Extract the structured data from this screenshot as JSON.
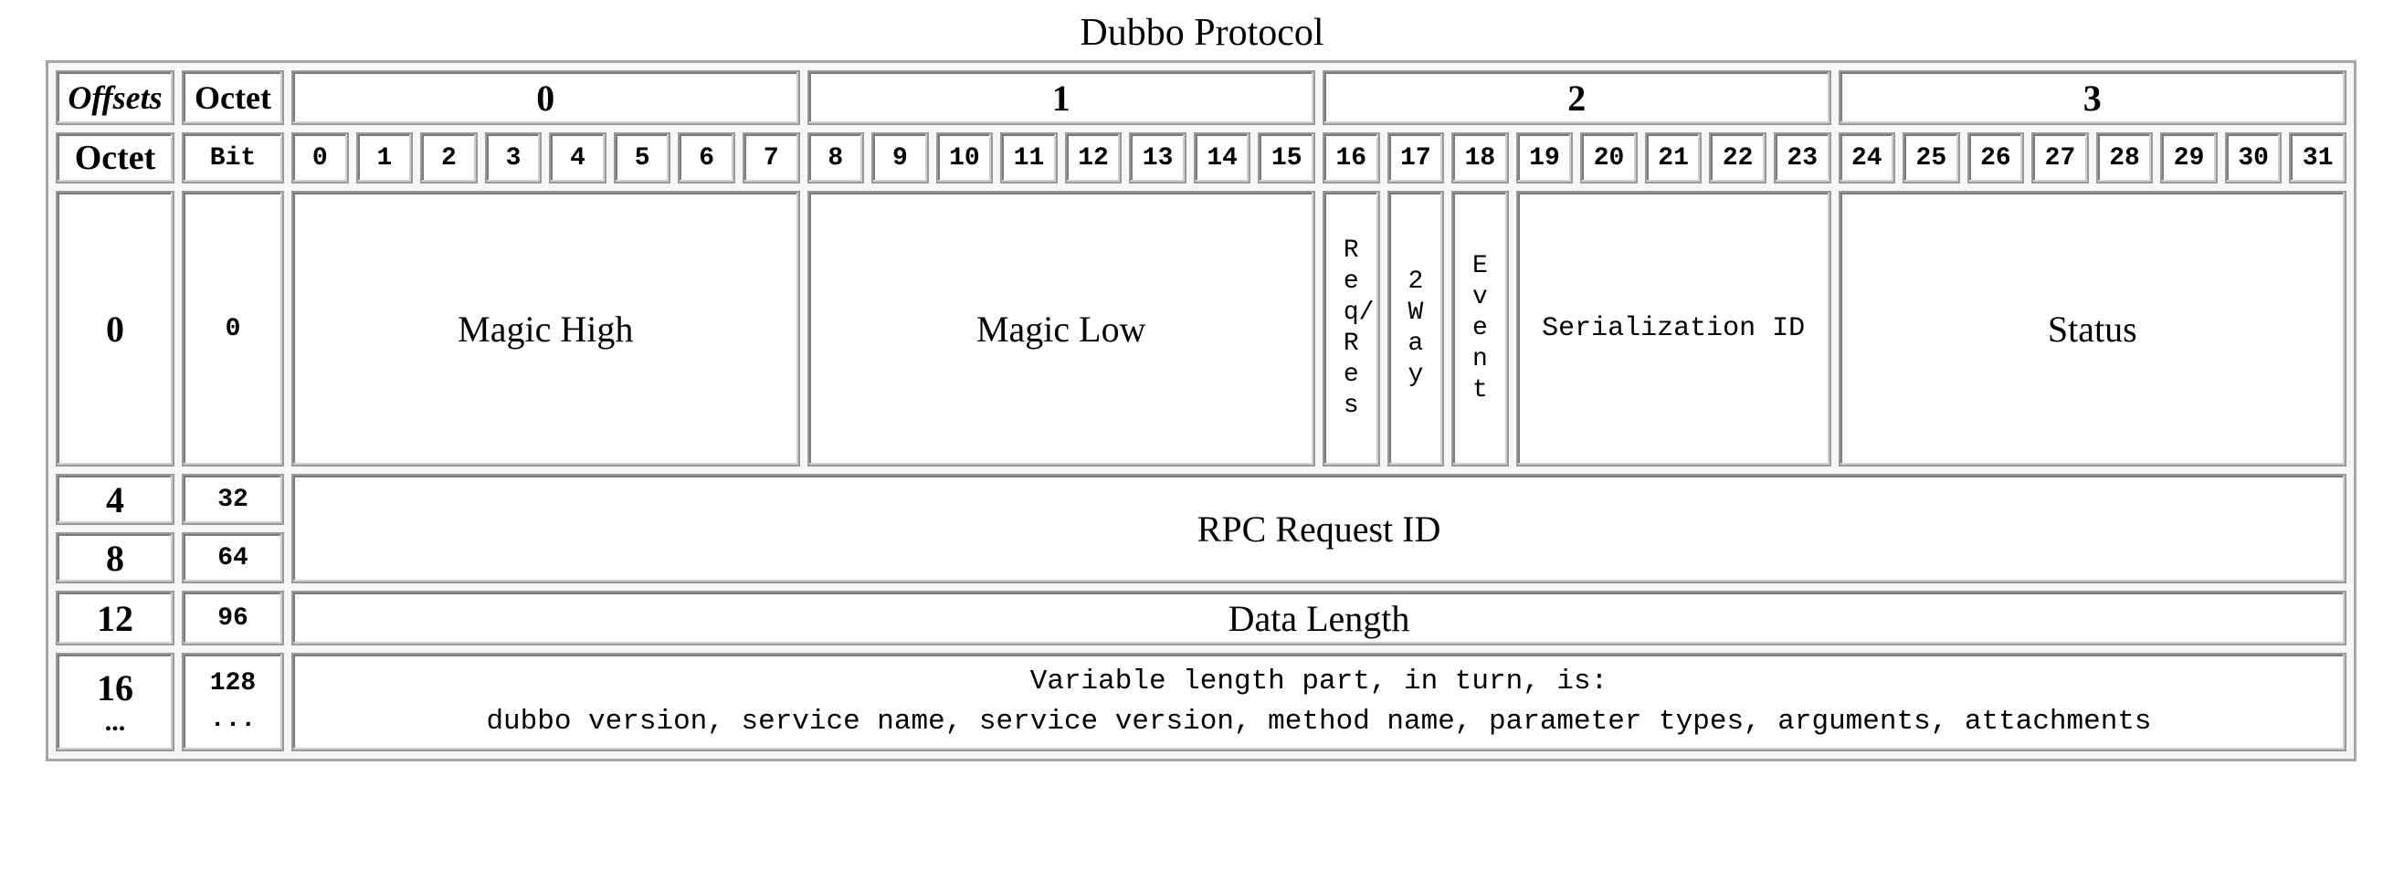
{
  "title": "Dubbo Protocol",
  "header": {
    "offsets_label": "Offsets",
    "octet_label": "Octet",
    "octet_numbers": [
      "0",
      "1",
      "2",
      "3"
    ],
    "row2_octet_label": "Octet",
    "bit_label": "Bit",
    "bits": [
      "0",
      "1",
      "2",
      "3",
      "4",
      "5",
      "6",
      "7",
      "8",
      "9",
      "10",
      "11",
      "12",
      "13",
      "14",
      "15",
      "16",
      "17",
      "18",
      "19",
      "20",
      "21",
      "22",
      "23",
      "24",
      "25",
      "26",
      "27",
      "28",
      "29",
      "30",
      "31"
    ]
  },
  "rows": {
    "r0": {
      "octet": "0",
      "bit": "0"
    },
    "r4": {
      "octet": "4",
      "bit": "32"
    },
    "r8": {
      "octet": "8",
      "bit": "64"
    },
    "r12": {
      "octet": "12",
      "bit": "96"
    },
    "r16": {
      "octet": "16",
      "octet_more": "...",
      "bit": "128",
      "bit_more": "..."
    }
  },
  "fields": {
    "magic_high": "Magic High",
    "magic_low": "Magic Low",
    "req_res": "Req/Res",
    "two_way": "2Way",
    "event": "Event",
    "serialization_id": "Serialization ID",
    "status": "Status",
    "rpc_request_id": "RPC Request ID",
    "data_length": "Data Length",
    "variable_line1": "Variable length part, in turn, is:",
    "variable_line2": "dubbo version, service name, service version, method name, parameter types, arguments, attachments"
  }
}
